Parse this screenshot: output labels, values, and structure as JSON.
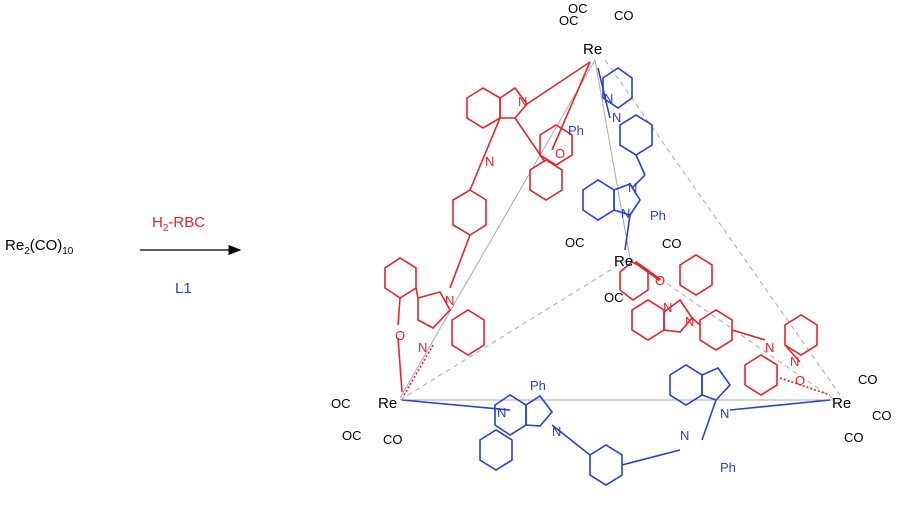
{
  "reaction": {
    "reactant_main": "Re",
    "reactant_sub1": "2",
    "reactant_mid": "(CO)",
    "reactant_sub2": "10",
    "reagent_top_pre": "H",
    "reagent_top_sub": "2",
    "reagent_top_post": "-RBC",
    "reagent_bottom": "L1"
  },
  "product": {
    "metal_label": "Re",
    "carbonyl_right": "CO",
    "carbonyl_left": "OC",
    "phenyl_label": "Ph",
    "nitrogen_label": "N",
    "oxygen_label": "O"
  },
  "colors": {
    "rbc_ligand": "#e8232a",
    "l1_ligand": "#2a3fd4",
    "metal_core": "#000000",
    "edges": "#aaaaaa"
  }
}
